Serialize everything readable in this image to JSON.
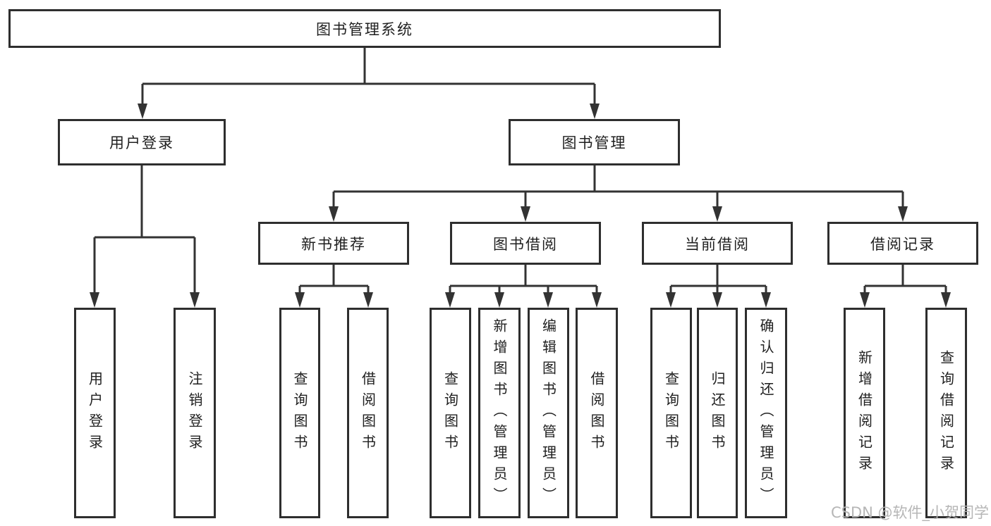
{
  "tree": {
    "label": "图书管理系统",
    "children": [
      {
        "label": "用户登录",
        "children": [
          {
            "label": "用户登录"
          },
          {
            "label": "注销登录"
          }
        ]
      },
      {
        "label": "图书管理",
        "children": [
          {
            "label": "新书推荐",
            "children": [
              {
                "label": "查询图书"
              },
              {
                "label": "借阅图书"
              }
            ]
          },
          {
            "label": "图书借阅",
            "children": [
              {
                "label": "查询图书"
              },
              {
                "label": "新增图书（管理员）"
              },
              {
                "label": "编辑图书（管理员）"
              },
              {
                "label": "借阅图书"
              }
            ]
          },
          {
            "label": "当前借阅",
            "children": [
              {
                "label": "查询图书"
              },
              {
                "label": "归还图书"
              },
              {
                "label": "确认归还（管理员）"
              }
            ]
          },
          {
            "label": "借阅记录",
            "children": [
              {
                "label": "新增借阅记录"
              },
              {
                "label": "查询借阅记录"
              }
            ]
          }
        ]
      }
    ]
  },
  "watermark": {
    "text": "CSDN @软件_小贺同学"
  },
  "colors": {
    "line": "#333333",
    "box_border": "#2e2e2e",
    "text": "#1f1f1f",
    "background": "#ffffff",
    "watermark": "#b3b3b3"
  }
}
